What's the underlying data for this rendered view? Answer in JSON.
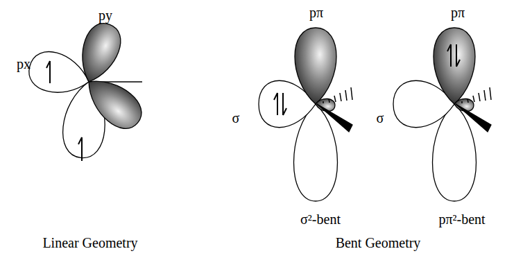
{
  "diagram": {
    "labels": [
      "py",
      "px",
      "Linear Geometry",
      "pπ",
      "σ",
      "σ²-bent",
      "pπ",
      "σ",
      "pπ²-bent",
      "Bent Geometry"
    ]
  }
}
